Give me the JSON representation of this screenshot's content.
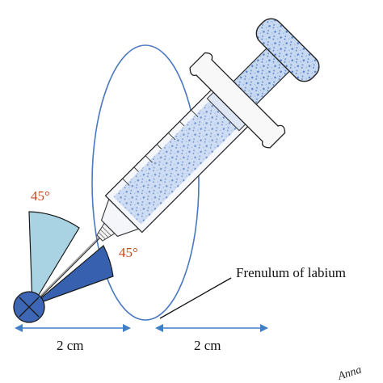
{
  "angles": {
    "upper_label": "45°",
    "lower_label": "45°"
  },
  "labels": {
    "frenulum": "Frenulum of labium"
  },
  "measurements": {
    "left_distance": "2 cm",
    "right_distance": "2 cm"
  },
  "signature": "Anna",
  "colors": {
    "ellipse_stroke": "#4a78c0",
    "dimension_arrow": "#3f7fc8",
    "angle_text": "#c4481f",
    "upper_wedge": "#a9d3e3",
    "lower_wedge": "#3760ae",
    "target_circle": "#3d66b4",
    "syringe_fill": "#a9c4e8"
  },
  "icons": {
    "target": "circle-with-x-icon"
  }
}
